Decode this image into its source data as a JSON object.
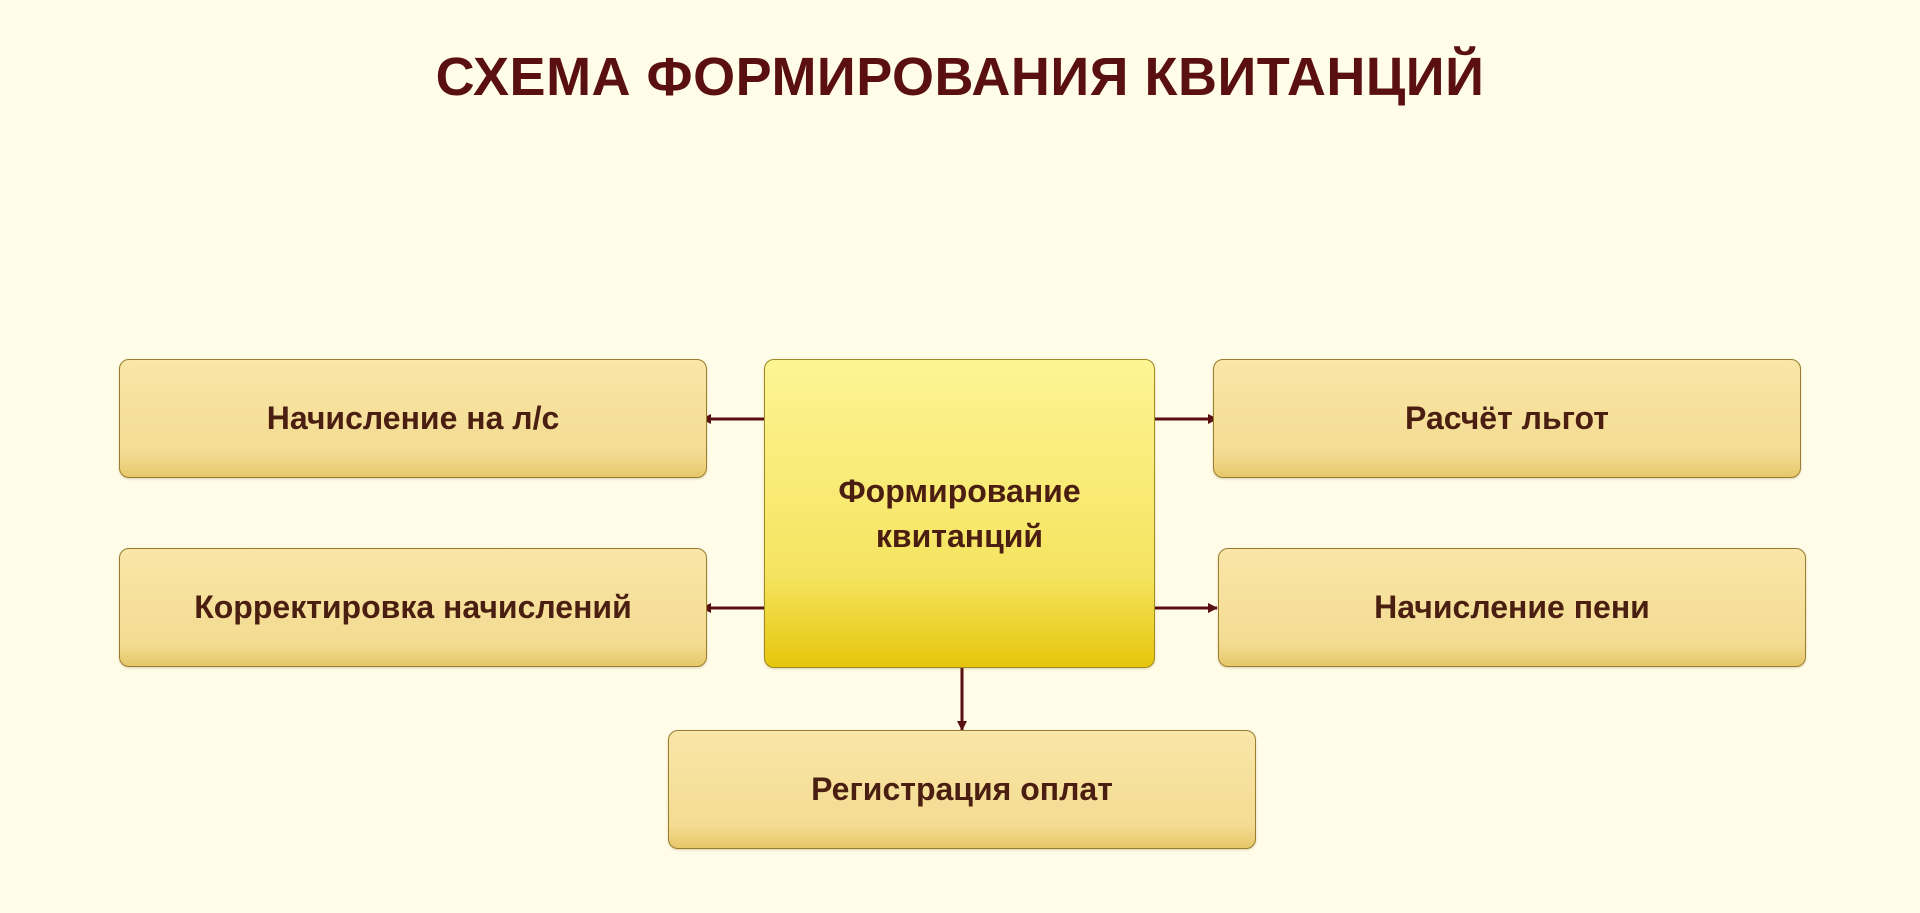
{
  "diagram": {
    "title": "СХЕМА ФОРМИРОВАНИЯ КВИТАНЦИЙ",
    "center": {
      "line1": "Формирование",
      "line2": "квитанций"
    },
    "nodes": {
      "accrual": "Начисление на л/с",
      "correction": "Корректировка начислений",
      "benefits": "Расчёт льгот",
      "penalty": "Начисление пени",
      "payments": "Регистрация оплат"
    },
    "colors": {
      "background": "#fffce8",
      "title": "#5a1010",
      "text": "#4a1e10",
      "arrow": "#5a1010",
      "center_fill": "#f5e460",
      "node_fill": "#f3dc92"
    }
  }
}
